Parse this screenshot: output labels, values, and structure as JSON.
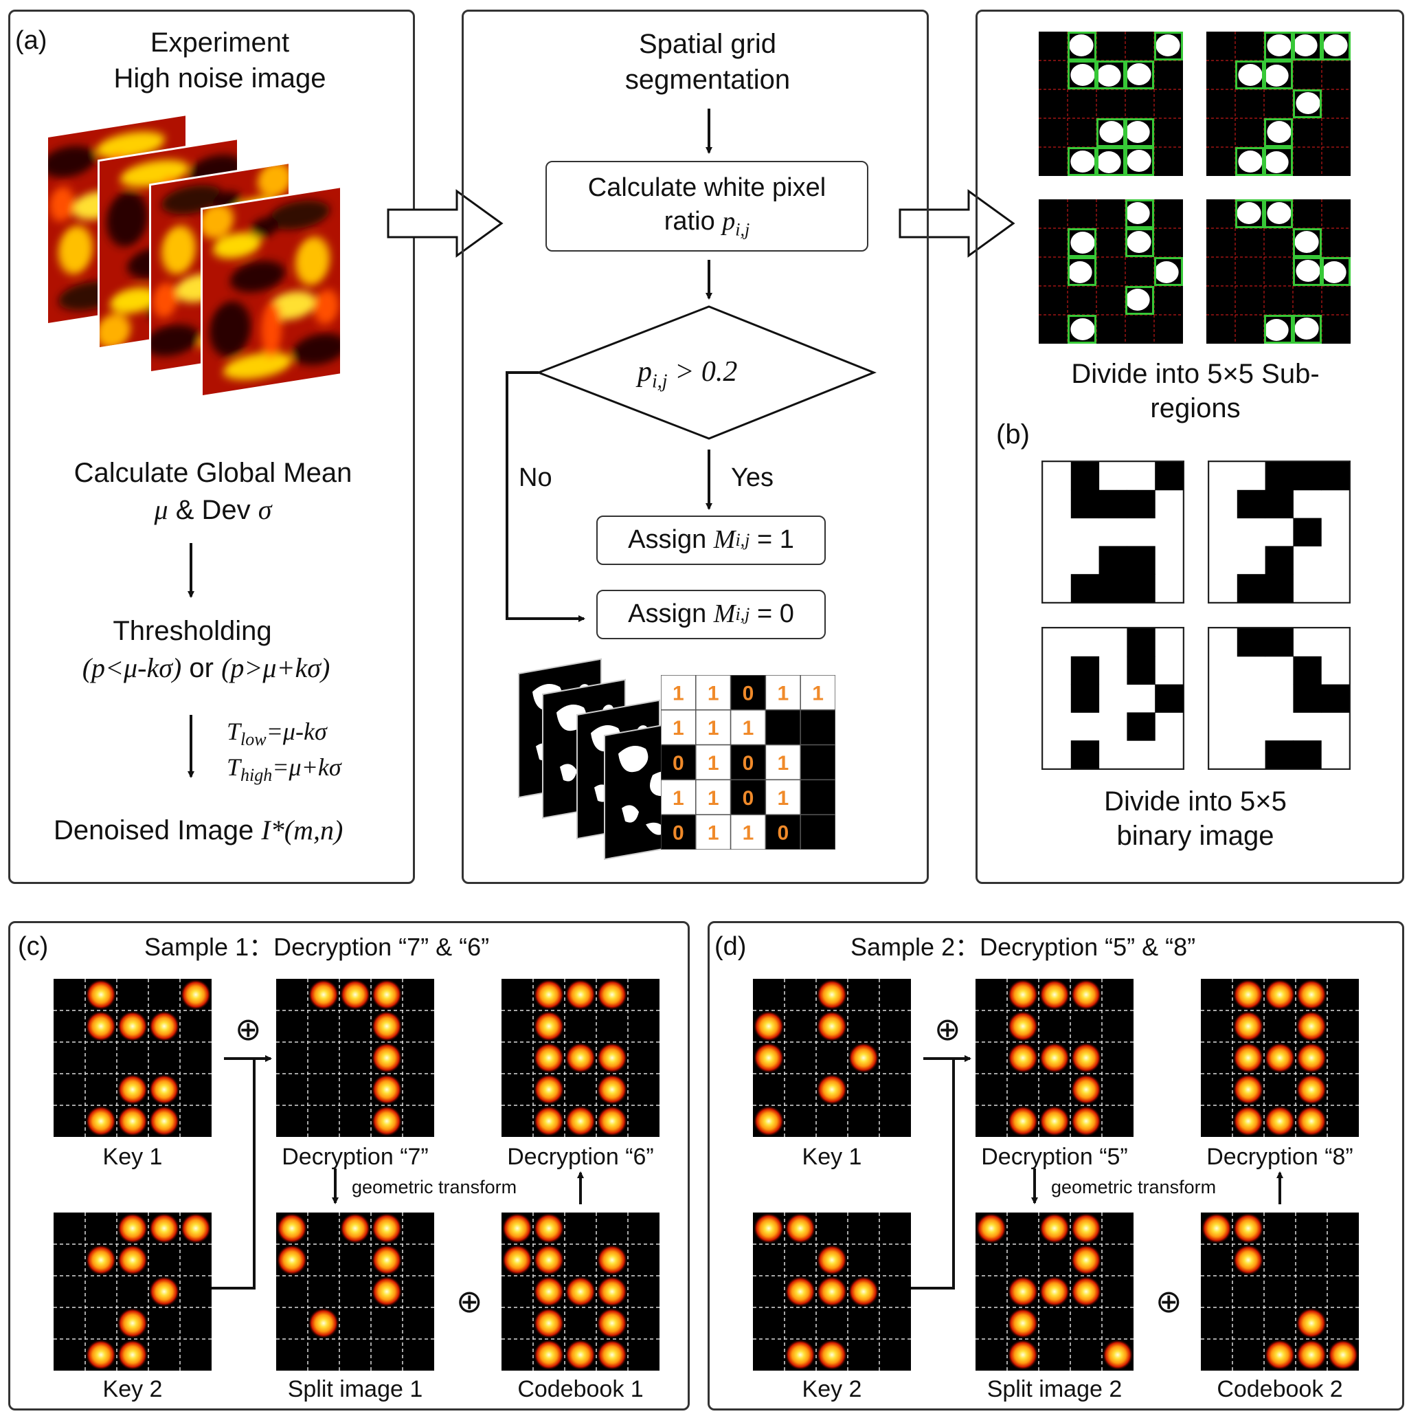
{
  "panel_a": {
    "label": "(a)",
    "title_line1": "Experiment",
    "title_line2": "High noise image",
    "global_mean_line1": "Calculate Global Mean",
    "global_mean_mu": "μ",
    "global_mean_amp": "& Dev",
    "global_mean_sigma": "σ",
    "thresholding": "Thresholding",
    "cond_left": "(p<μ-kσ)",
    "cond_or": "or",
    "cond_right": "(p>μ+kσ)",
    "t_low_sym": "T",
    "t_low_sub": "low",
    "t_low_expr": "=μ-kσ",
    "t_high_sym": "T",
    "t_high_sub": "high",
    "t_high_expr": "=μ+kσ",
    "denoised_text": "Denoised Image",
    "denoised_math": "I*(m,n)"
  },
  "flow": {
    "title_line1": "Spatial grid",
    "title_line2": "segmentation",
    "calc_line1": "Calculate white pixel",
    "calc_line2": "ratio",
    "p_sym": "p",
    "p_sub": "i,j",
    "cond_expr": "> 0.2",
    "no": "No",
    "yes": "Yes",
    "assign_text": "Assign",
    "m_sym": "M",
    "m_sub": "i,j",
    "assign1_val": "= 1",
    "assign0_val": "= 0"
  },
  "matrix": [
    [
      "1",
      "1",
      "0",
      "1",
      "1"
    ],
    [
      "1",
      "1",
      "1",
      "",
      ""
    ],
    [
      "0",
      "1",
      "0",
      "1",
      ""
    ],
    [
      "1",
      "1",
      "0",
      "1",
      ""
    ],
    [
      "0",
      "1",
      "1",
      "0",
      ""
    ]
  ],
  "panel_b": {
    "caption1_line1": "Divide into 5×5 Sub-",
    "caption1_line2": "regions",
    "label": "(b)",
    "caption2_line1": "Divide into 5×5",
    "caption2_line2": "binary image",
    "binary_images": [
      [
        [
          0,
          1,
          0,
          0,
          1
        ],
        [
          0,
          1,
          1,
          1,
          0
        ],
        [
          0,
          0,
          0,
          0,
          0
        ],
        [
          0,
          0,
          1,
          1,
          0
        ],
        [
          0,
          1,
          1,
          1,
          0
        ]
      ],
      [
        [
          0,
          0,
          1,
          1,
          1
        ],
        [
          0,
          1,
          1,
          0,
          0
        ],
        [
          0,
          0,
          0,
          1,
          0
        ],
        [
          0,
          0,
          1,
          0,
          0
        ],
        [
          0,
          1,
          1,
          0,
          0
        ]
      ],
      [
        [
          0,
          0,
          0,
          1,
          0
        ],
        [
          0,
          1,
          0,
          1,
          0
        ],
        [
          0,
          1,
          0,
          0,
          1
        ],
        [
          0,
          0,
          0,
          1,
          0
        ],
        [
          0,
          1,
          0,
          0,
          0
        ]
      ],
      [
        [
          0,
          1,
          1,
          0,
          0
        ],
        [
          0,
          0,
          0,
          1,
          0
        ],
        [
          0,
          0,
          0,
          1,
          1
        ],
        [
          0,
          0,
          0,
          0,
          0
        ],
        [
          0,
          0,
          1,
          1,
          0
        ]
      ]
    ]
  },
  "panel_c": {
    "label": "(c)",
    "title": "Sample 1：Decryption “7” & “6”",
    "key1": "Key 1",
    "key2": "Key 2",
    "dec_a": "Decryption “7”",
    "dec_b": "Decryption “6”",
    "transform": "geometric transform",
    "split": "Split image 1",
    "codebook": "Codebook 1",
    "plus": "⊕",
    "grids": {
      "key1": [
        [
          0,
          1,
          0,
          0,
          1
        ],
        [
          0,
          1,
          1,
          1,
          0
        ],
        [
          0,
          0,
          0,
          0,
          0
        ],
        [
          0,
          0,
          1,
          1,
          0
        ],
        [
          0,
          1,
          1,
          1,
          0
        ]
      ],
      "key2": [
        [
          0,
          0,
          1,
          1,
          1
        ],
        [
          0,
          1,
          1,
          0,
          0
        ],
        [
          0,
          0,
          0,
          1,
          0
        ],
        [
          0,
          0,
          1,
          0,
          0
        ],
        [
          0,
          1,
          1,
          0,
          0
        ]
      ],
      "dec_a": [
        [
          0,
          1,
          1,
          1,
          0
        ],
        [
          0,
          0,
          0,
          1,
          0
        ],
        [
          0,
          0,
          0,
          1,
          0
        ],
        [
          0,
          0,
          0,
          1,
          0
        ],
        [
          0,
          0,
          0,
          1,
          0
        ]
      ],
      "dec_b": [
        [
          0,
          1,
          1,
          1,
          0
        ],
        [
          0,
          1,
          0,
          0,
          0
        ],
        [
          0,
          1,
          1,
          1,
          0
        ],
        [
          0,
          1,
          0,
          1,
          0
        ],
        [
          0,
          1,
          1,
          1,
          0
        ]
      ],
      "split": [
        [
          1,
          0,
          1,
          1,
          0
        ],
        [
          1,
          0,
          0,
          1,
          0
        ],
        [
          0,
          0,
          0,
          1,
          0
        ],
        [
          0,
          1,
          0,
          0,
          0
        ],
        [
          0,
          0,
          0,
          0,
          0
        ]
      ],
      "codebook": [
        [
          1,
          1,
          0,
          0,
          0
        ],
        [
          1,
          1,
          0,
          1,
          0
        ],
        [
          0,
          1,
          1,
          1,
          0
        ],
        [
          0,
          1,
          0,
          1,
          0
        ],
        [
          0,
          1,
          1,
          1,
          0
        ]
      ]
    }
  },
  "panel_d": {
    "label": "(d)",
    "title": "Sample 2：Decryption “5” & “8”",
    "key1": "Key 1",
    "key2": "Key 2",
    "dec_a": "Decryption “5”",
    "dec_b": "Decryption “8”",
    "transform": "geometric transform",
    "split": "Split image 2",
    "codebook": "Codebook 2",
    "plus": "⊕",
    "grids": {
      "key1": [
        [
          0,
          0,
          1,
          0,
          0
        ],
        [
          1,
          0,
          1,
          0,
          0
        ],
        [
          1,
          0,
          0,
          1,
          0
        ],
        [
          0,
          0,
          1,
          0,
          0
        ],
        [
          1,
          0,
          0,
          0,
          0
        ]
      ],
      "key2": [
        [
          1,
          1,
          0,
          0,
          0
        ],
        [
          0,
          0,
          1,
          0,
          0
        ],
        [
          0,
          1,
          1,
          1,
          0
        ],
        [
          0,
          0,
          0,
          0,
          0
        ],
        [
          0,
          1,
          1,
          0,
          0
        ]
      ],
      "dec_a": [
        [
          0,
          1,
          1,
          1,
          0
        ],
        [
          0,
          1,
          0,
          0,
          0
        ],
        [
          0,
          1,
          1,
          1,
          0
        ],
        [
          0,
          0,
          0,
          1,
          0
        ],
        [
          0,
          1,
          1,
          1,
          0
        ]
      ],
      "dec_b": [
        [
          0,
          1,
          1,
          1,
          0
        ],
        [
          0,
          1,
          0,
          1,
          0
        ],
        [
          0,
          1,
          1,
          1,
          0
        ],
        [
          0,
          1,
          0,
          1,
          0
        ],
        [
          0,
          1,
          1,
          1,
          0
        ]
      ],
      "split": [
        [
          1,
          0,
          1,
          1,
          0
        ],
        [
          0,
          0,
          0,
          1,
          0
        ],
        [
          0,
          1,
          1,
          1,
          0
        ],
        [
          0,
          1,
          0,
          0,
          0
        ],
        [
          0,
          1,
          0,
          0,
          1
        ]
      ],
      "codebook": [
        [
          1,
          1,
          0,
          0,
          0
        ],
        [
          0,
          1,
          0,
          0,
          0
        ],
        [
          0,
          0,
          0,
          0,
          0
        ],
        [
          0,
          0,
          0,
          1,
          0
        ],
        [
          0,
          0,
          1,
          1,
          1
        ]
      ]
    }
  }
}
